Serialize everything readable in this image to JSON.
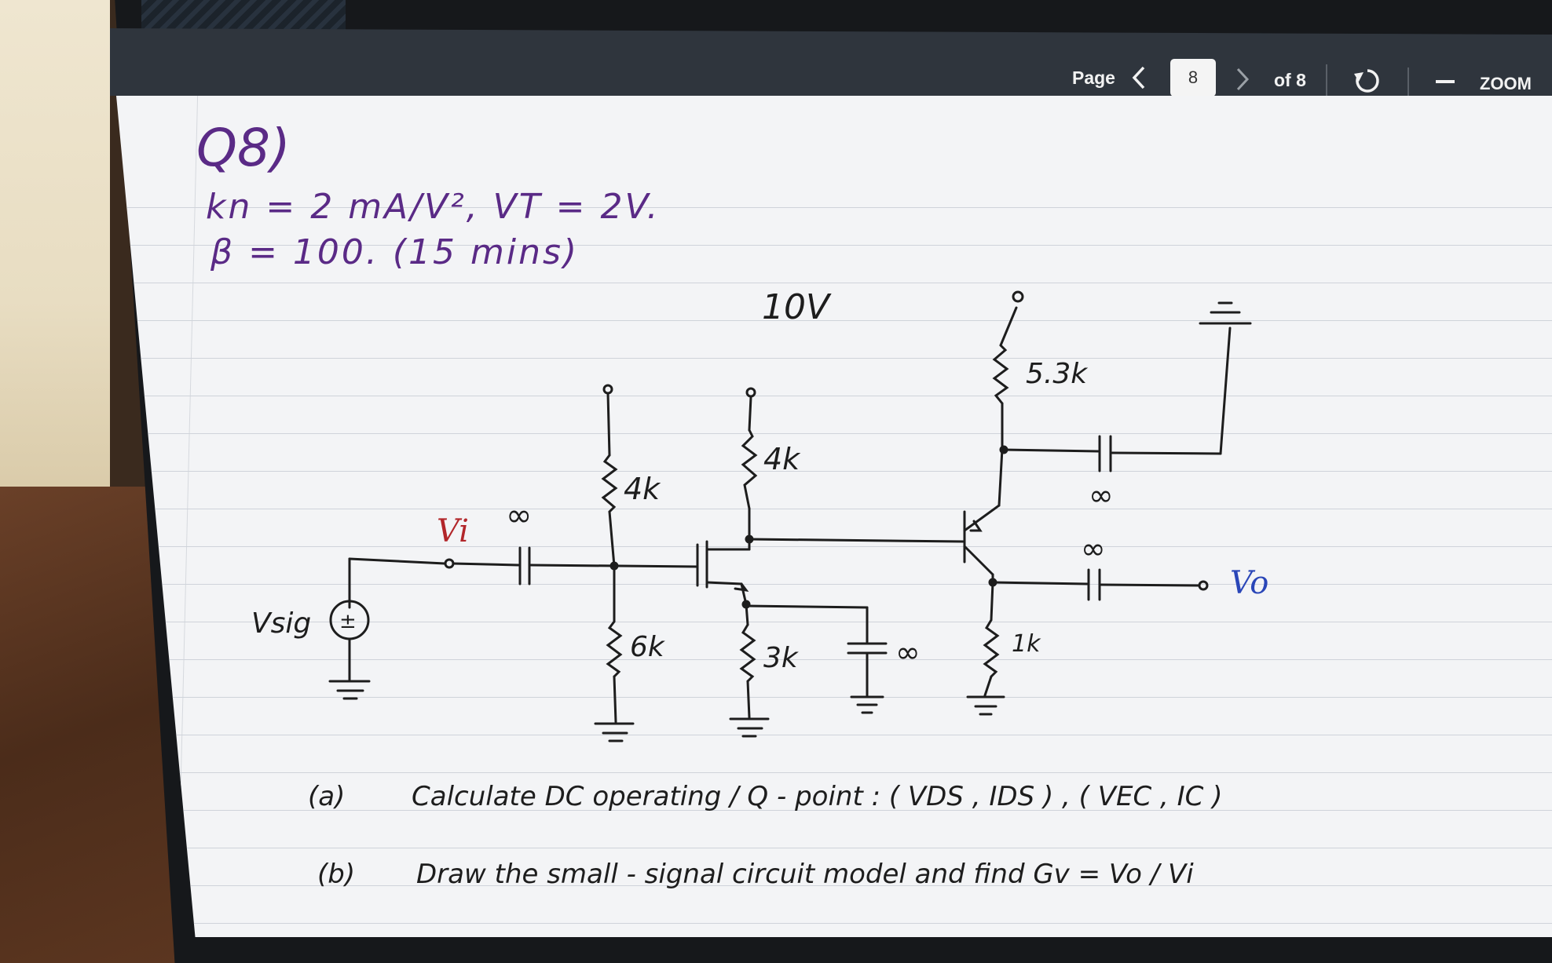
{
  "viewer": {
    "page_label": "Page",
    "current_page": "8",
    "of_pages": "of 8",
    "zoom_label": "ZOOM",
    "prev_icon": "chevron-left-icon",
    "next_icon": "chevron-right-icon",
    "rotate_icon": "rotate-icon",
    "zoom_out_icon": "minus-icon"
  },
  "note": {
    "question_title": "Q8)",
    "given_line1": "kn = 2 mA/V², VT = 2V.",
    "given_line2": "β = 100. (15 mins)",
    "supply": "10V",
    "part_a_label": "(a)",
    "part_a_text": "Calculate  DC  operating / Q - point :  ( VDS , IDS ) , ( VEC , IC )",
    "part_b_label": "(b)",
    "part_b_text": "Draw  the  small - signal  circuit  model  and  find  Gv  =  Vo / Vi"
  },
  "circuit": {
    "source_label": "Vsig",
    "source_symbol": "±",
    "input_label": "Vi",
    "output_label": "Vo",
    "input_cap": "∞",
    "gate_top_resistor": "4k",
    "gate_bottom_resistor": "6k",
    "drain_resistor": "4k",
    "source_resistor": "3k",
    "source_bypass_cap": "∞",
    "emitter_top_resistor": "5.3k",
    "emitter_bypass_cap": "∞",
    "collector_resistor": "1k",
    "output_cap": "∞"
  }
}
